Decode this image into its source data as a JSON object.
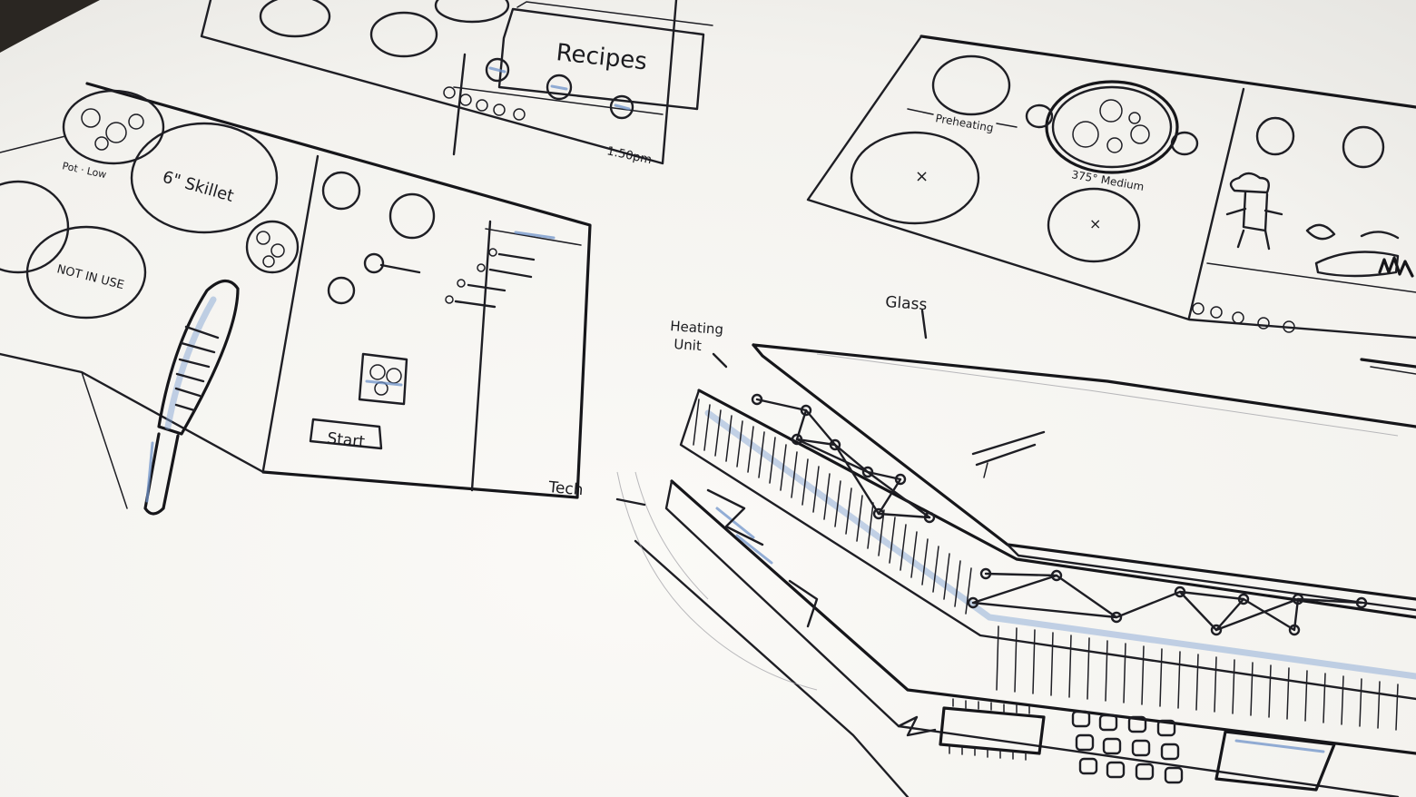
{
  "sketch_labels": {
    "recipes": "Recipes",
    "time": "1:50pm",
    "burner_low": "Pot · Low",
    "skillet": "6\" Skillet",
    "burner_not_in_use": "NOT IN USE",
    "start_button": "Start",
    "preheating": "Preheating",
    "burner_temp": "375° Medium",
    "annotation_glass": "Glass",
    "annotation_heating_unit_line1": "Heating",
    "annotation_heating_unit_line2": "Unit",
    "annotation_tech": "Tech"
  },
  "colors": {
    "paper": "#f7f6f2",
    "ink": "#1e1e24",
    "marker_blue": "#6f93c9",
    "table": "#2a2622"
  }
}
